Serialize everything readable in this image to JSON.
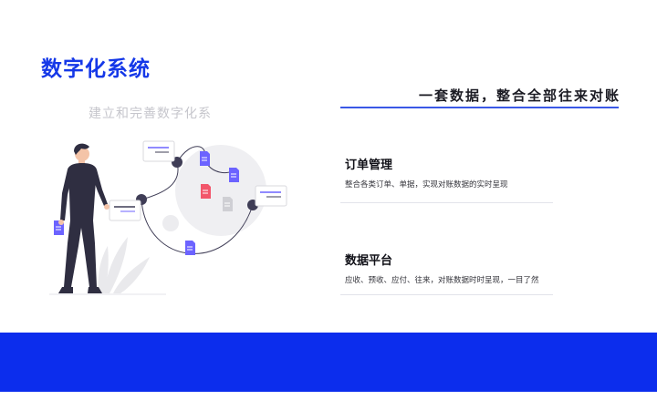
{
  "slide": {
    "title": "数字化系统",
    "subtitle": "建立和完善数字化系",
    "headline": "一套数据，整合全部往来对账",
    "features": [
      {
        "title": "订单管理",
        "description": "整合各类订单、单据，实现对账数据的实时呈现"
      },
      {
        "title": "数据平台",
        "description": "应收、预收、应付、往来，对账数据时时呈现，一目了然"
      }
    ]
  },
  "colors": {
    "brand": "#1538e8",
    "footer": "#0c2ded",
    "accent_purple": "#6c63ff",
    "accent_red": "#f2566b"
  },
  "icons": [
    "person-illustration",
    "document-icon",
    "message-card-icon",
    "network-node-icon",
    "plant-icon"
  ]
}
